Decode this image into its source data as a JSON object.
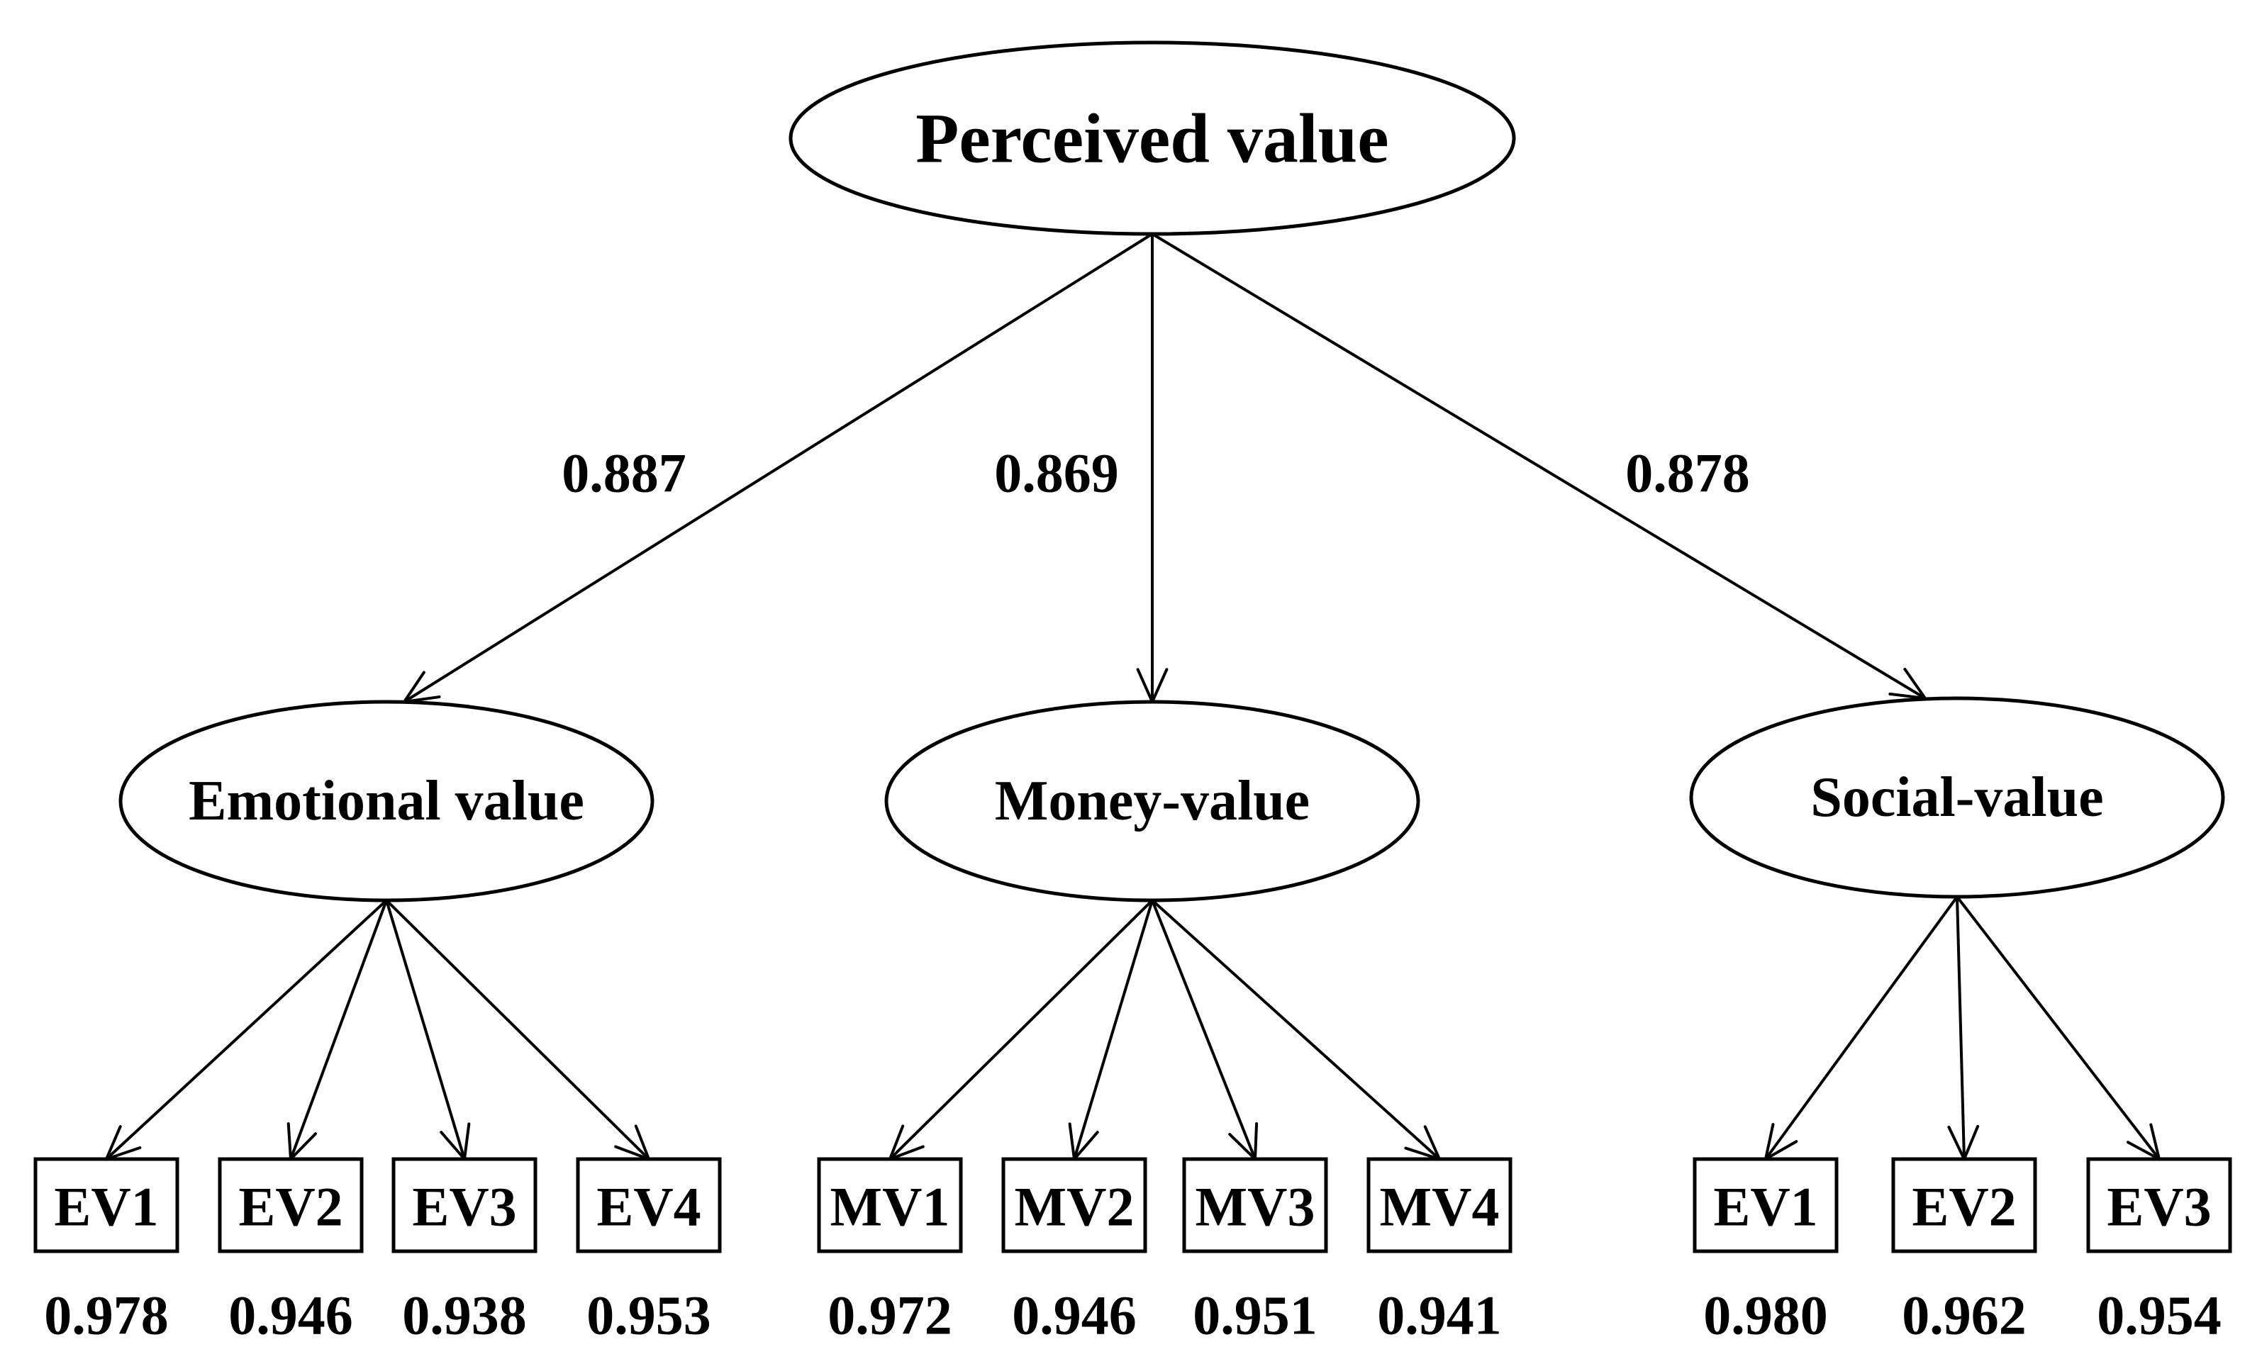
{
  "root": {
    "label": "Perceived value"
  },
  "factors": [
    {
      "id": "emotional",
      "label": "Emotional value",
      "loading": "0.887"
    },
    {
      "id": "money",
      "label": "Money-value",
      "loading": "0.869"
    },
    {
      "id": "social",
      "label": "Social-value",
      "loading": "0.878"
    }
  ],
  "indicators": [
    {
      "factor": "emotional",
      "label": "EV1",
      "loading": "0.978"
    },
    {
      "factor": "emotional",
      "label": "EV2",
      "loading": "0.946"
    },
    {
      "factor": "emotional",
      "label": "EV3",
      "loading": "0.938"
    },
    {
      "factor": "emotional",
      "label": "EV4",
      "loading": "0.953"
    },
    {
      "factor": "money",
      "label": "MV1",
      "loading": "0.972"
    },
    {
      "factor": "money",
      "label": "MV2",
      "loading": "0.946"
    },
    {
      "factor": "money",
      "label": "MV3",
      "loading": "0.951"
    },
    {
      "factor": "money",
      "label": "MV4",
      "loading": "0.941"
    },
    {
      "factor": "social",
      "label": "EV1",
      "loading": "0.980"
    },
    {
      "factor": "social",
      "label": "EV2",
      "loading": "0.962"
    },
    {
      "factor": "social",
      "label": "EV3",
      "loading": "0.954"
    }
  ]
}
